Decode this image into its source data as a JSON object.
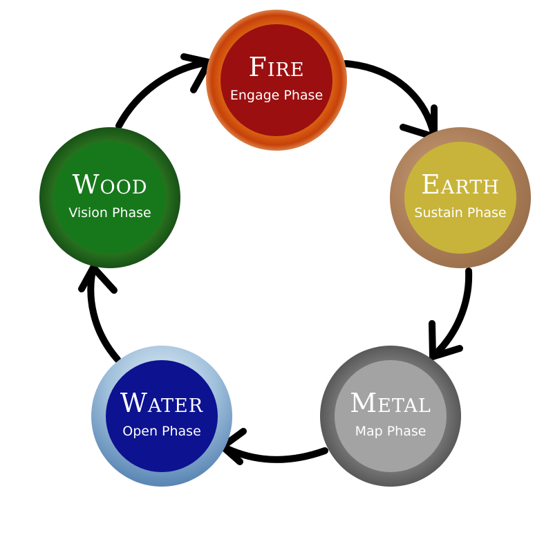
{
  "diagram": {
    "nodes": [
      {
        "id": "fire",
        "title": "Fire",
        "subtitle": "Engage Phase",
        "inner_color": "#9b0f10"
      },
      {
        "id": "earth",
        "title": "Earth",
        "subtitle": "Sustain Phase",
        "inner_color": "#c8b43a"
      },
      {
        "id": "metal",
        "title": "Metal",
        "subtitle": "Map Phase",
        "inner_color": "#a3a3a3"
      },
      {
        "id": "water",
        "title": "Water",
        "subtitle": "Open Phase",
        "inner_color": "#0c1290"
      },
      {
        "id": "wood",
        "title": "Wood",
        "subtitle": "Vision Phase",
        "inner_color": "#17781b"
      }
    ],
    "edges": [
      {
        "from": "fire",
        "to": "earth"
      },
      {
        "from": "earth",
        "to": "metal"
      },
      {
        "from": "metal",
        "to": "water"
      },
      {
        "from": "water",
        "to": "wood"
      },
      {
        "from": "wood",
        "to": "fire"
      }
    ],
    "arrow_color": "#000000"
  }
}
